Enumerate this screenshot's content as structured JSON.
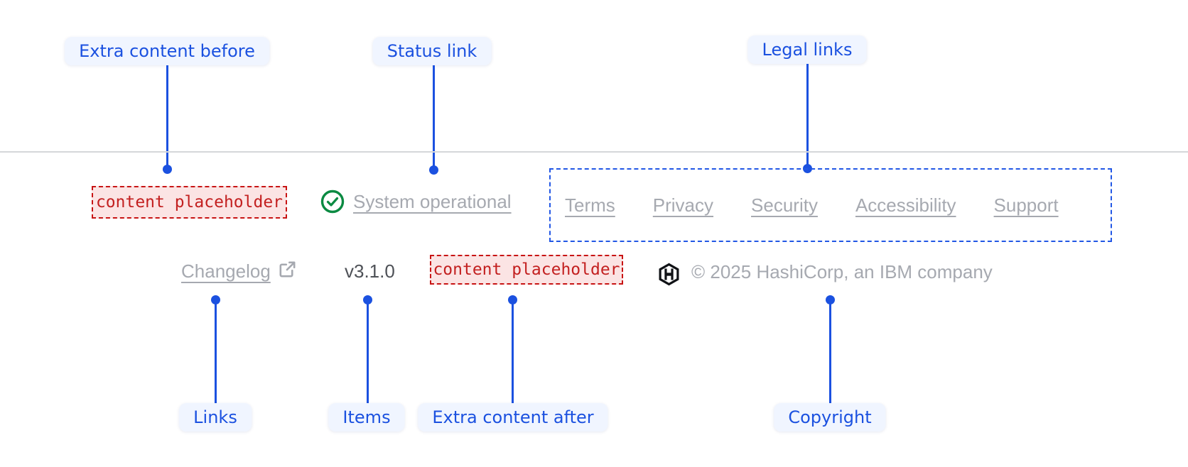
{
  "annotations": {
    "extra_content_before": "Extra content before",
    "status_link": "Status link",
    "legal_links": "Legal links",
    "links": "Links",
    "items": "Items",
    "extra_content_after": "Extra content after",
    "copyright": "Copyright"
  },
  "footer": {
    "extra_content_before_placeholder": "content placeholder",
    "status_link": "System operational",
    "legal_links": [
      "Terms",
      "Privacy",
      "Security",
      "Accessibility",
      "Support"
    ],
    "changelog_link": "Changelog",
    "version": "v3.1.0",
    "extra_content_after_placeholder": "content placeholder",
    "copyright": "© 2025 HashiCorp, an IBM company"
  },
  "icons": {
    "status": "check-circle-icon",
    "changelog": "external-link-icon",
    "brand": "hashicorp-logo-icon"
  },
  "colors": {
    "annotation_blue": "#1B51E0",
    "annotation_pill_bg": "#F0F5FF",
    "placeholder_red_text": "#C32020",
    "placeholder_red_bg": "#FBE4E4",
    "placeholder_red_border": "#C81414",
    "legal_dashed_border": "#2257E5",
    "success_green": "#0B8A42",
    "muted_link_gray": "#A6A9B0",
    "version_gray": "#4E5157",
    "divider_gray": "#D5D7DA",
    "logo_black": "#101216"
  }
}
